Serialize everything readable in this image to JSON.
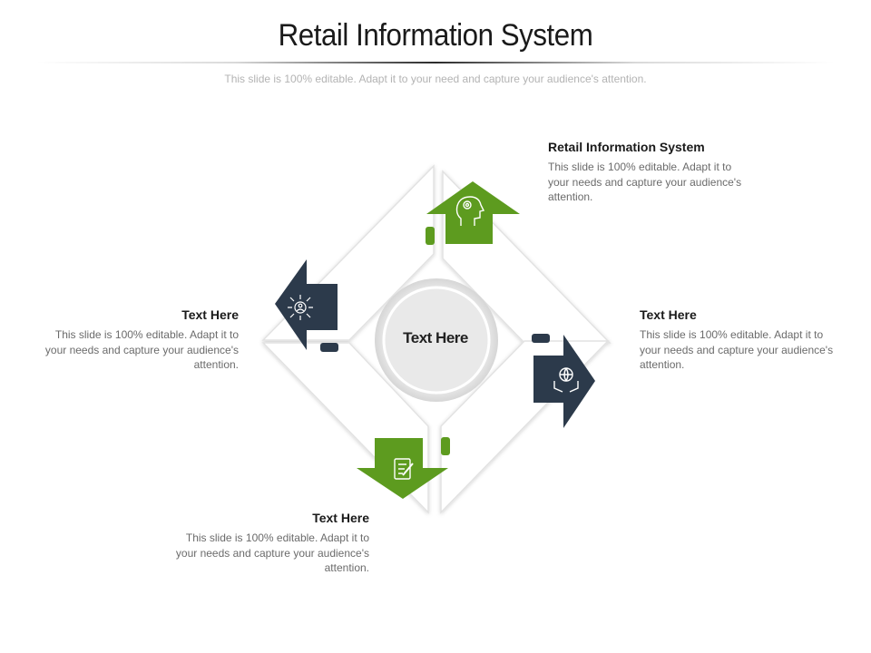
{
  "title": "Retail Information System",
  "subtitle": "This slide is 100% editable. Adapt it to your need and capture your audience's attention.",
  "center_label": "Text Here",
  "colors": {
    "green": "#5d9b1f",
    "navy": "#2c3a4b",
    "ring": "#e6e6e6"
  },
  "items": [
    {
      "position": "top",
      "color": "green",
      "icon": "head-gear-icon",
      "heading": "Retail Information System",
      "body": "This slide is 100% editable. Adapt it to your needs and capture your audience's attention."
    },
    {
      "position": "right",
      "color": "navy",
      "icon": "hands-globe-icon",
      "heading": "Text Here",
      "body": "This slide is 100% editable. Adapt it to your needs and capture your audience's attention."
    },
    {
      "position": "bottom",
      "color": "green",
      "icon": "clipboard-pen-icon",
      "heading": "Text Here",
      "body": "This slide is 100% editable. Adapt it to your needs and capture your audience's attention."
    },
    {
      "position": "left",
      "color": "navy",
      "icon": "network-person-icon",
      "heading": "Text Here",
      "body": "This slide is 100% editable. Adapt it to your needs and capture your audience's attention."
    }
  ]
}
